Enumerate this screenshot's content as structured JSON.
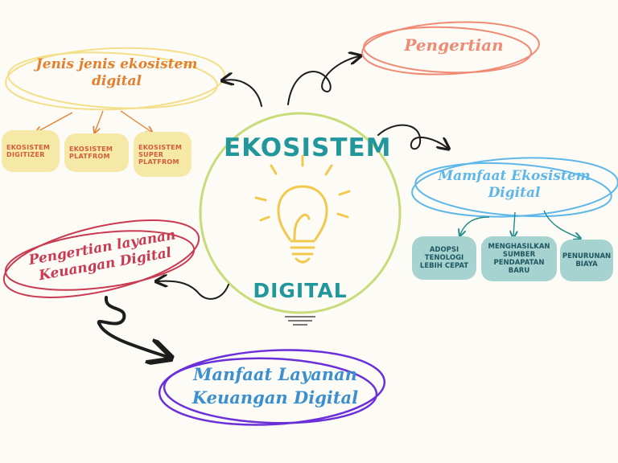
{
  "central": {
    "title_top": "EKOSISTEM",
    "title_bottom": "DIGITAL",
    "icon": "lightbulb-icon"
  },
  "nodes": {
    "pengertian": "Pengertian",
    "jenis": "Jenis jenis ekosistem digital",
    "mamfaat": "Mamfaat Ekosistem Digital",
    "pengertian_layanan": "Pengertian layanan Keuangan Digital",
    "manfaat_layanan": "Manfaat Layanan Keuangan Digital"
  },
  "jenis_items": [
    "Ekosistem Digitizer",
    "Ekosistem Platfrom",
    "Ekosistem Super Platfrom"
  ],
  "mamfaat_items": [
    "Adopsi Tenologi Lebih Cepat",
    "Menghasilkan Sumber Pendapatan Baru",
    "Penurunan Biaya"
  ],
  "colors": {
    "background": "#fcfbf5",
    "central_ring": "#c8dc7a",
    "central_text": "#22979b",
    "bulb": "#f2c94c",
    "pengertian": "#ef8a74",
    "jenis": "#e37f2d",
    "jenis_oval": "#f3df8a",
    "mamfaat": "#5eb7e8",
    "pengertian_layanan": "#c93a52",
    "manfaat_layanan": "#3b8fcf",
    "manfaat_layanan_oval": "#6a2fd9",
    "teal_pill": "#a6d3d0",
    "yellow_pill": "#f6e9a8"
  }
}
